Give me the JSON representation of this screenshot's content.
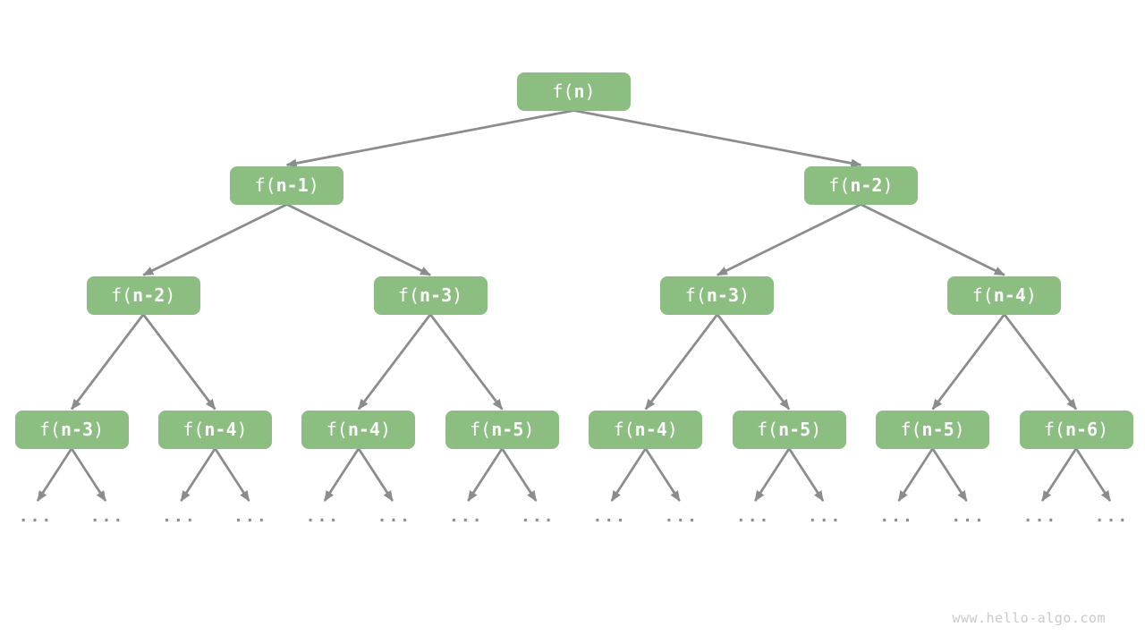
{
  "colors": {
    "background": "#FFFFFF",
    "node_fill": "#8CBE82",
    "node_text": "#FFFFFF",
    "edge": "#8C8C8C",
    "ellipsis": "#8C8C8C",
    "watermark": "#C9C9C9"
  },
  "watermark": {
    "text": "www.hello-algo.com"
  },
  "tree": {
    "ellipsis": "...",
    "root": {
      "label": "f(n)",
      "parts": {
        "pre": "f(",
        "arg": "n",
        "post": ")"
      },
      "children": [
        {
          "label": "f(n-1)",
          "parts": {
            "pre": "f(",
            "arg": "n-1",
            "post": ")"
          },
          "children": [
            {
              "label": "f(n-2)",
              "parts": {
                "pre": "f(",
                "arg": "n-2",
                "post": ")"
              },
              "children": [
                {
                  "label": "f(n-3)",
                  "parts": {
                    "pre": "f(",
                    "arg": "n-3",
                    "post": ")"
                  },
                  "children": []
                },
                {
                  "label": "f(n-4)",
                  "parts": {
                    "pre": "f(",
                    "arg": "n-4",
                    "post": ")"
                  },
                  "children": []
                }
              ]
            },
            {
              "label": "f(n-3)",
              "parts": {
                "pre": "f(",
                "arg": "n-3",
                "post": ")"
              },
              "children": [
                {
                  "label": "f(n-4)",
                  "parts": {
                    "pre": "f(",
                    "arg": "n-4",
                    "post": ")"
                  },
                  "children": []
                },
                {
                  "label": "f(n-5)",
                  "parts": {
                    "pre": "f(",
                    "arg": "n-5",
                    "post": ")"
                  },
                  "children": []
                }
              ]
            }
          ]
        },
        {
          "label": "f(n-2)",
          "parts": {
            "pre": "f(",
            "arg": "n-2",
            "post": ")"
          },
          "children": [
            {
              "label": "f(n-3)",
              "parts": {
                "pre": "f(",
                "arg": "n-3",
                "post": ")"
              },
              "children": [
                {
                  "label": "f(n-4)",
                  "parts": {
                    "pre": "f(",
                    "arg": "n-4",
                    "post": ")"
                  },
                  "children": []
                },
                {
                  "label": "f(n-5)",
                  "parts": {
                    "pre": "f(",
                    "arg": "n-5",
                    "post": ")"
                  },
                  "children": []
                }
              ]
            },
            {
              "label": "f(n-4)",
              "parts": {
                "pre": "f(",
                "arg": "n-4",
                "post": ")"
              },
              "children": [
                {
                  "label": "f(n-5)",
                  "parts": {
                    "pre": "f(",
                    "arg": "n-5",
                    "post": ")"
                  },
                  "children": []
                },
                {
                  "label": "f(n-6)",
                  "parts": {
                    "pre": "f(",
                    "arg": "n-6",
                    "post": ")"
                  },
                  "children": []
                }
              ]
            }
          ]
        }
      ]
    }
  }
}
